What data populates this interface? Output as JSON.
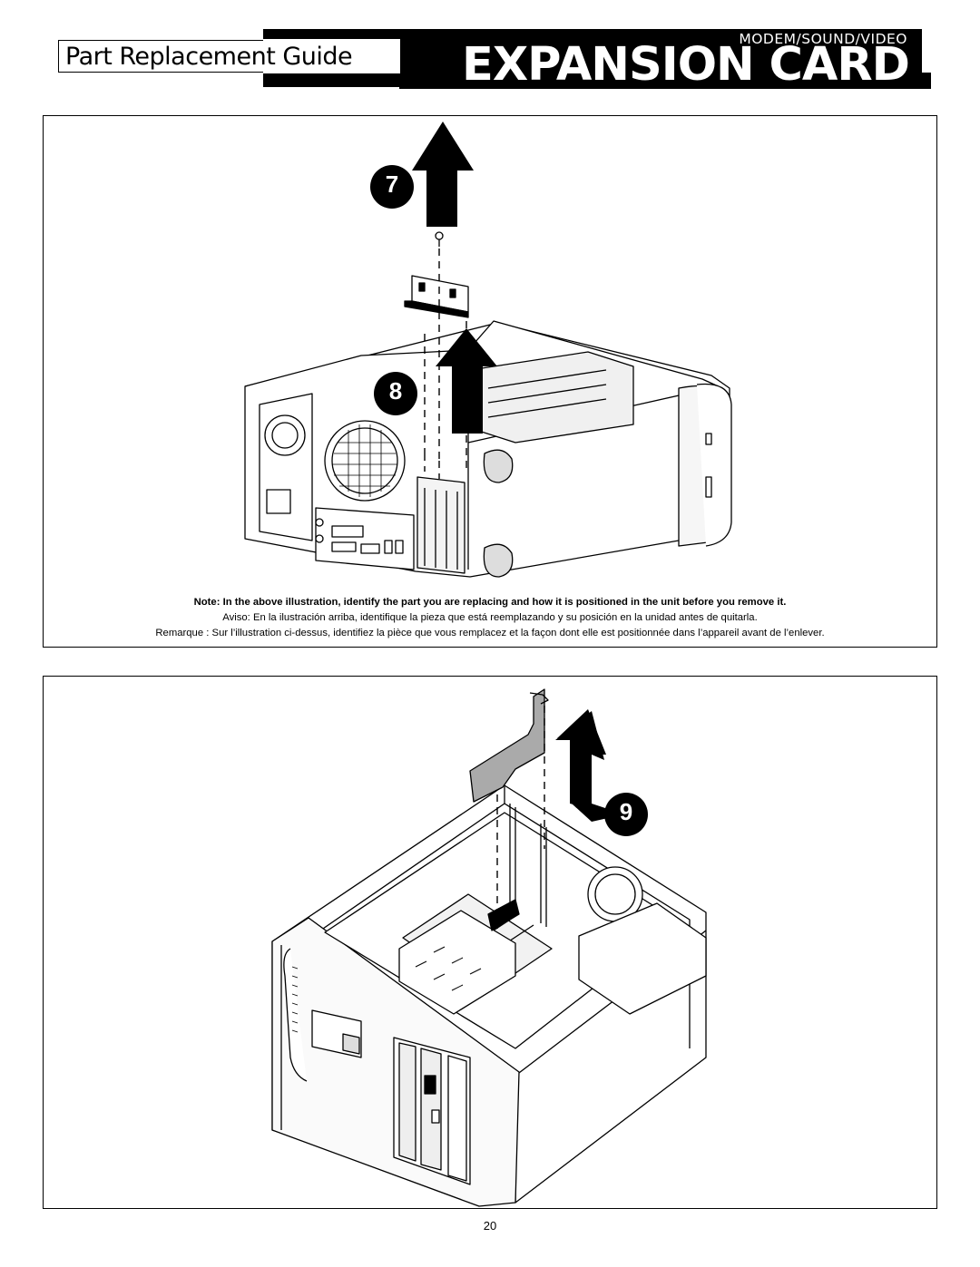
{
  "header": {
    "guide_label": "Part Replacement Guide",
    "category": "MODEM/SOUND/VIDEO",
    "title": "EXPANSION CARD"
  },
  "steps": {
    "step7": "7",
    "step8": "8",
    "step9": "9"
  },
  "notes": {
    "english": "Note:  In the above illustration, identify the part you are replacing and how it is positioned in the unit before you remove it.",
    "spanish": "Aviso:  En la ilustración arriba, identifique la pieza que está reemplazando y su posición en la unidad antes de quitarla.",
    "french": "Remarque : Sur l’illustration ci-dessus, identifiez la pièce que vous remplacez et la façon dont elle est positionnée dans l’appareil avant de l’enlever."
  },
  "footer": {
    "page_number": "20"
  }
}
